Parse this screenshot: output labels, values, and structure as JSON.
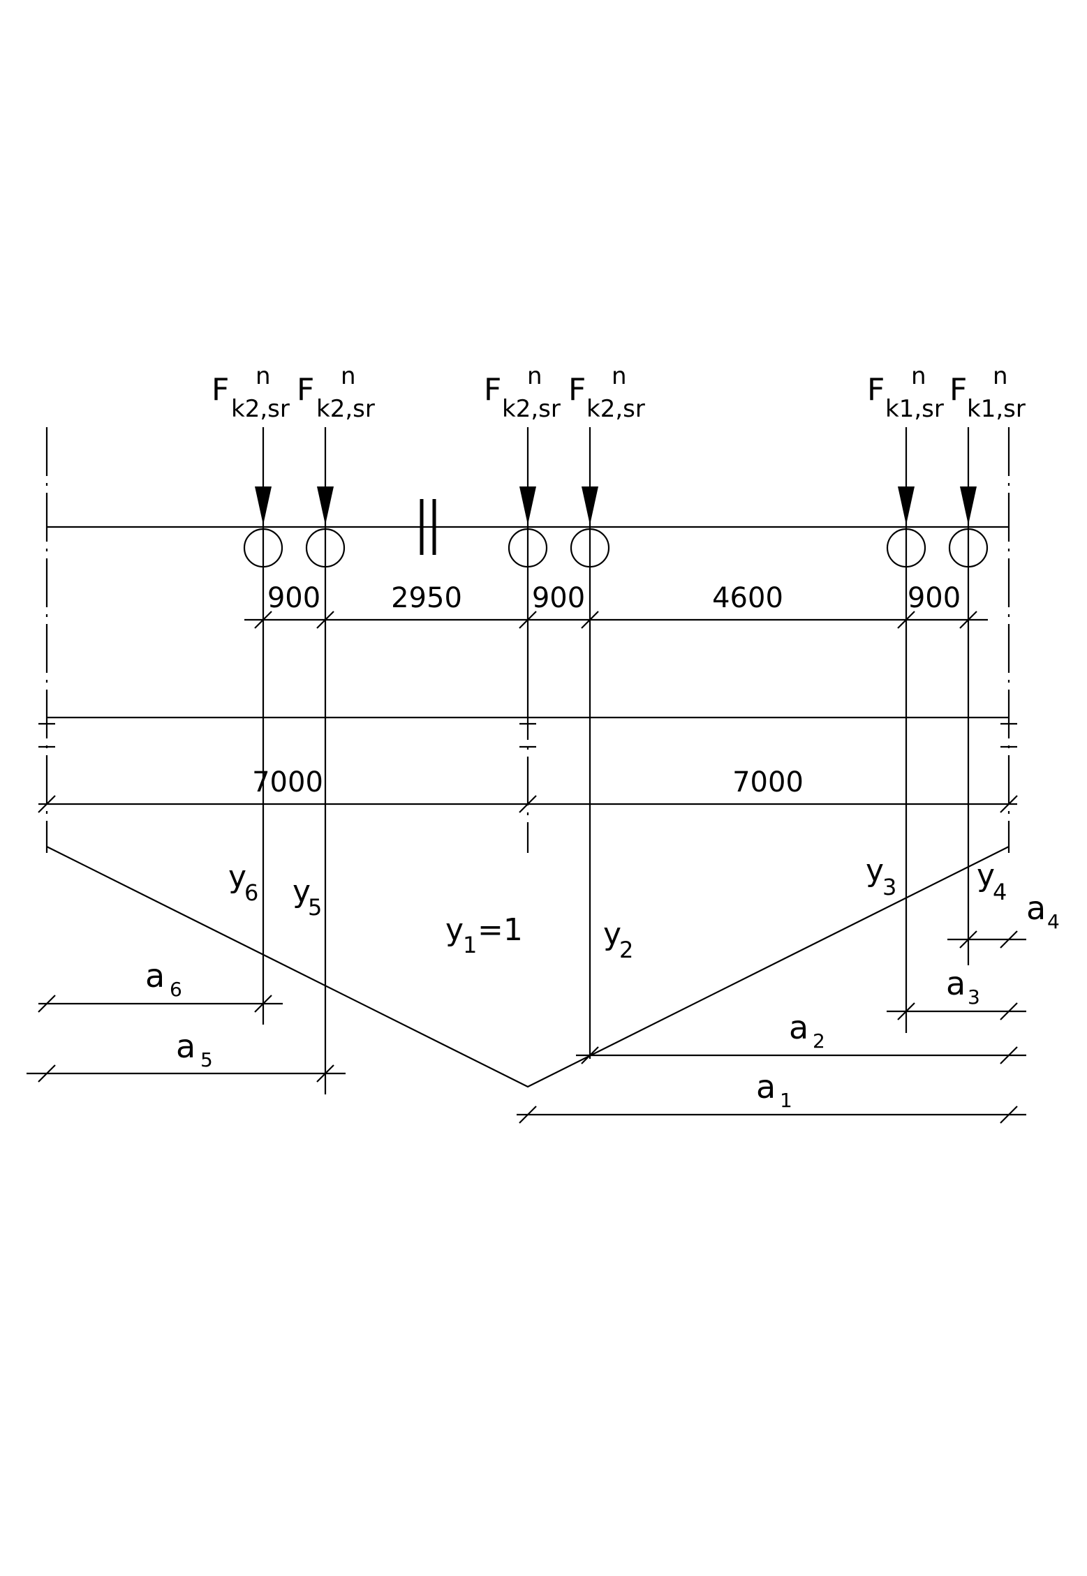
{
  "loads": [
    {
      "symbol": "F",
      "subscript": "k2,sr",
      "superscript": "n"
    },
    {
      "symbol": "F",
      "subscript": "k2,sr",
      "superscript": "n"
    },
    {
      "symbol": "F",
      "subscript": "k2,sr",
      "superscript": "n"
    },
    {
      "symbol": "F",
      "subscript": "k2,sr",
      "superscript": "n"
    },
    {
      "symbol": "F",
      "subscript": "k1,sr",
      "superscript": "n"
    },
    {
      "symbol": "F",
      "subscript": "k1,sr",
      "superscript": "n"
    }
  ],
  "wheel_spacings": [
    "900",
    "2950",
    "900",
    "4600",
    "900"
  ],
  "spans": [
    "7000",
    "7000"
  ],
  "ordinates": {
    "y1": {
      "sym": "y",
      "sub": "1",
      "suffix": "=1"
    },
    "y2": {
      "sym": "y",
      "sub": "2"
    },
    "y3": {
      "sym": "y",
      "sub": "3"
    },
    "y4": {
      "sym": "y",
      "sub": "4"
    },
    "y5": {
      "sym": "y",
      "sub": "5"
    },
    "y6": {
      "sym": "y",
      "sub": "6"
    }
  },
  "distances": {
    "a1": {
      "sym": "a",
      "sub": "1"
    },
    "a2": {
      "sym": "a",
      "sub": "2"
    },
    "a3": {
      "sym": "a",
      "sub": "3"
    },
    "a4": {
      "sym": "a",
      "sub": "4"
    },
    "a5": {
      "sym": "a",
      "sub": "5"
    },
    "a6": {
      "sym": "a",
      "sub": "6"
    }
  }
}
